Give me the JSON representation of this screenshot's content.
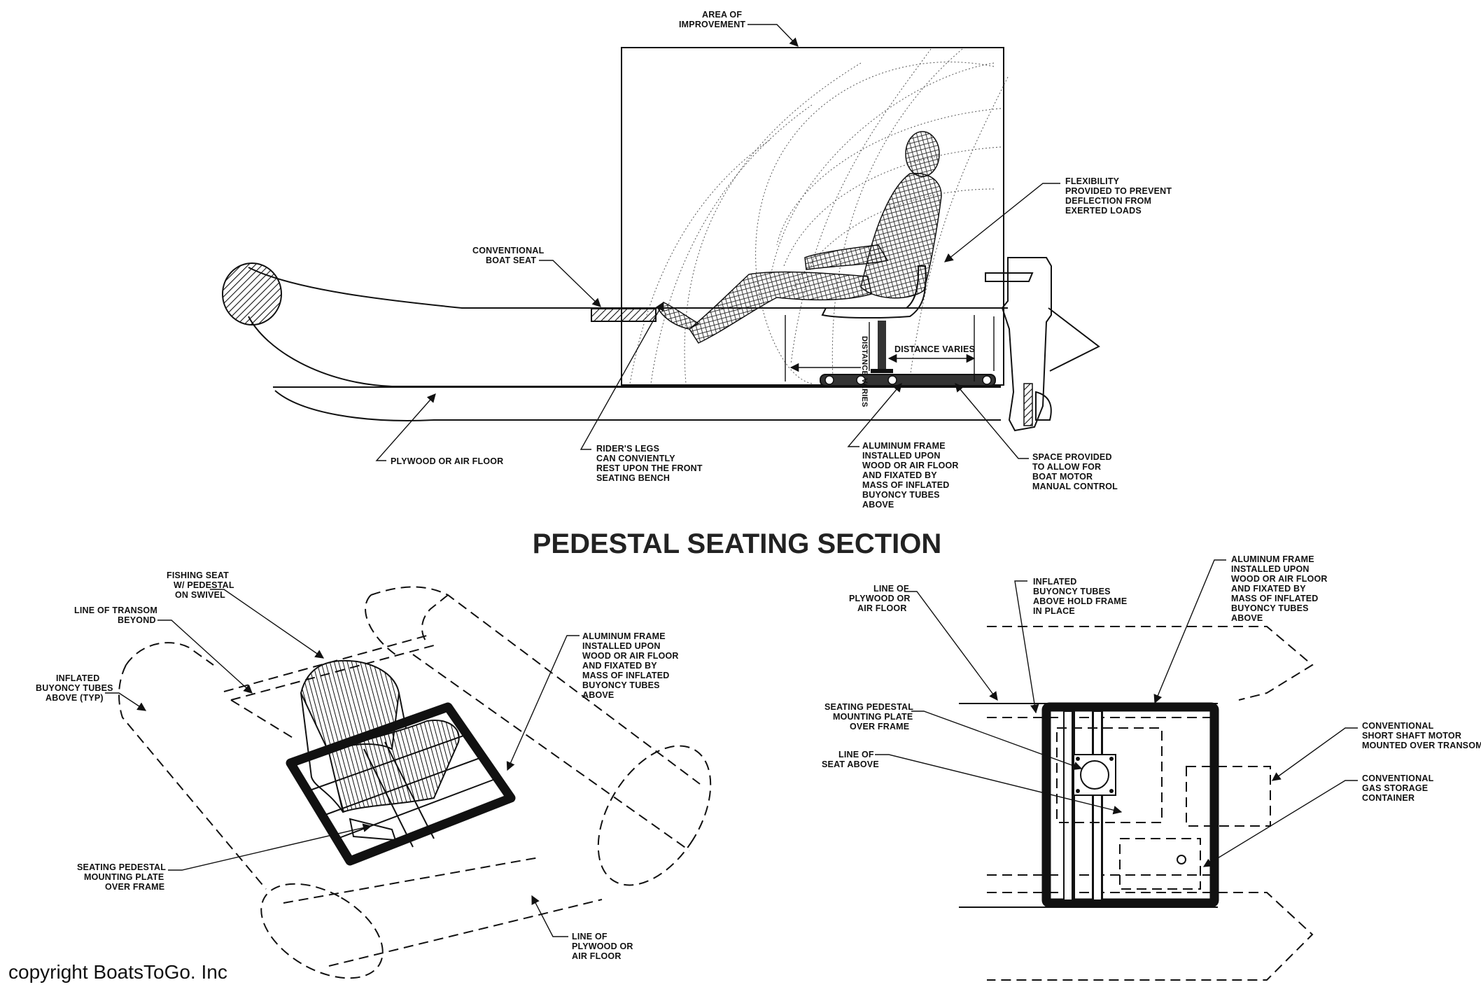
{
  "title": "PEDESTAL SEATING SECTION",
  "copyright": "copyright BoatsToGo. Inc",
  "section": {
    "area_of_improvement": [
      "AREA OF",
      "IMPROVEMENT"
    ],
    "conventional_boat_seat": [
      "CONVENTIONAL",
      "BOAT SEAT"
    ],
    "flexibility": [
      "FLEXIBILITY",
      "PROVIDED TO PREVENT",
      "DEFLECTION FROM",
      "EXERTED LOADS"
    ],
    "distance_varies_vertical": "DISTANCE VARIES",
    "distance_varies_horizontal": "DISTANCE VARIES",
    "plywood_or_air_floor": [
      "PLYWOOD OR AIR FLOOR"
    ],
    "riders_legs": [
      "RIDER'S LEGS",
      "CAN CONVIENTLY",
      "REST UPON THE FRONT",
      "SEATING BENCH"
    ],
    "aluminum_frame": [
      "ALUMINUM FRAME",
      "INSTALLED UPON",
      "WOOD OR AIR FLOOR",
      "AND FIXATED BY",
      "MASS OF INFLATED",
      "BUYONCY TUBES",
      "ABOVE"
    ],
    "space_provided": [
      "SPACE PROVIDED",
      "TO ALLOW FOR",
      "BOAT MOTOR",
      "MANUAL CONTROL"
    ]
  },
  "iso": {
    "fishing_seat": [
      "FISHING SEAT",
      "W/ PEDESTAL",
      "ON SWIVEL"
    ],
    "line_of_transom": [
      "LINE OF TRANSOM",
      "BEYOND"
    ],
    "inflated_tubes": [
      "INFLATED",
      "BUYONCY TUBES",
      "ABOVE (TYP)"
    ],
    "aluminum_frame": [
      "ALUMINUM FRAME",
      "INSTALLED UPON",
      "WOOD OR AIR FLOOR",
      "AND FIXATED BY",
      "MASS OF INFLATED",
      "BUYONCY TUBES",
      "ABOVE"
    ],
    "seating_pedestal": [
      "SEATING PEDESTAL",
      "MOUNTING PLATE",
      "OVER FRAME"
    ],
    "line_of_plywood": [
      "LINE OF",
      "PLYWOOD OR",
      "AIR FLOOR"
    ]
  },
  "plan": {
    "line_of_plywood": [
      "LINE OF",
      "PLYWOOD OR",
      "AIR FLOOR"
    ],
    "inflated_tubes": [
      "INFLATED",
      "BUYONCY TUBES",
      "ABOVE HOLD FRAME",
      "IN PLACE"
    ],
    "aluminum_frame": [
      "ALUMINUM FRAME",
      "INSTALLED UPON",
      "WOOD OR AIR FLOOR",
      "AND FIXATED BY",
      "MASS OF INFLATED",
      "BUYONCY TUBES",
      "ABOVE"
    ],
    "seating_pedestal": [
      "SEATING PEDESTAL",
      "MOUNTING PLATE",
      "OVER FRAME"
    ],
    "line_of_seat": [
      "LINE OF",
      "SEAT ABOVE"
    ],
    "short_shaft_motor": [
      "CONVENTIONAL",
      "SHORT SHAFT MOTOR",
      "MOUNTED OVER TRANSOM"
    ],
    "gas_container": [
      "CONVENTIONAL",
      "GAS STORAGE",
      "CONTAINER"
    ]
  }
}
